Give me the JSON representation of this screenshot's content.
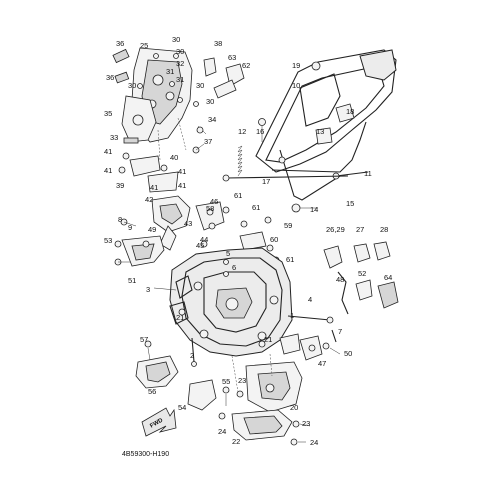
{
  "diagram": {
    "code": "4B59300-H190",
    "fwd_label": "FWD",
    "callouts": [
      "36",
      "25",
      "30",
      "30",
      "38",
      "36",
      "30",
      "63",
      "62",
      "31",
      "32",
      "31",
      "30",
      "30",
      "35",
      "34",
      "33",
      "41",
      "37",
      "41",
      "40",
      "39",
      "41",
      "41",
      "41",
      "19",
      "10",
      "18",
      "13",
      "12",
      "16",
      "17",
      "11",
      "15",
      "14",
      "42",
      "46",
      "61",
      "58",
      "61",
      "8",
      "49",
      "45",
      "43",
      "44",
      "9",
      "59",
      "53",
      "60",
      "61",
      "5",
      "6",
      "51",
      "26,29",
      "27",
      "28",
      "3",
      "52",
      "64",
      "48",
      "4",
      "21",
      "1",
      "57",
      "7",
      "2",
      "21",
      "50",
      "47",
      "56",
      "55",
      "23",
      "20",
      "54",
      "24",
      "22",
      "23",
      "24"
    ]
  }
}
